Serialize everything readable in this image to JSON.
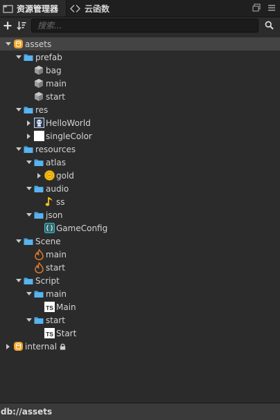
{
  "tabs": [
    {
      "label": "资源管理器",
      "icon": "folder-icon",
      "active": true
    },
    {
      "label": "云函数",
      "icon": "code-brackets-icon",
      "active": false
    }
  ],
  "toolbar": {
    "add_icon": "plus-icon",
    "sort_icon": "sort-icon",
    "search_placeholder": "搜索...",
    "search_value": ""
  },
  "tree": [
    {
      "label": "assets",
      "depth": 0,
      "arrow": "open",
      "icon": "db",
      "selected": true
    },
    {
      "label": "prefab",
      "depth": 1,
      "arrow": "open",
      "icon": "folder"
    },
    {
      "label": "bag",
      "depth": 2,
      "arrow": "none",
      "icon": "prefab"
    },
    {
      "label": "main",
      "depth": 2,
      "arrow": "none",
      "icon": "prefab"
    },
    {
      "label": "start",
      "depth": 2,
      "arrow": "none",
      "icon": "prefab"
    },
    {
      "label": "res",
      "depth": 1,
      "arrow": "open",
      "icon": "folder"
    },
    {
      "label": "HelloWorld",
      "depth": 2,
      "arrow": "closed",
      "icon": "image-hello"
    },
    {
      "label": "singleColor",
      "depth": 2,
      "arrow": "closed",
      "icon": "image-white"
    },
    {
      "label": "resources",
      "depth": 1,
      "arrow": "open",
      "icon": "folder"
    },
    {
      "label": "atlas",
      "depth": 2,
      "arrow": "open",
      "icon": "folder"
    },
    {
      "label": "gold",
      "depth": 3,
      "arrow": "closed",
      "icon": "coin"
    },
    {
      "label": "audio",
      "depth": 2,
      "arrow": "open",
      "icon": "folder"
    },
    {
      "label": "ss",
      "depth": 3,
      "arrow": "none",
      "icon": "music"
    },
    {
      "label": "json",
      "depth": 2,
      "arrow": "open",
      "icon": "folder"
    },
    {
      "label": "GameConfig",
      "depth": 3,
      "arrow": "none",
      "icon": "json"
    },
    {
      "label": "Scene",
      "depth": 1,
      "arrow": "open",
      "icon": "folder"
    },
    {
      "label": "main",
      "depth": 2,
      "arrow": "none",
      "icon": "scene"
    },
    {
      "label": "start",
      "depth": 2,
      "arrow": "none",
      "icon": "scene"
    },
    {
      "label": "Script",
      "depth": 1,
      "arrow": "open",
      "icon": "folder"
    },
    {
      "label": "main",
      "depth": 2,
      "arrow": "open",
      "icon": "folder"
    },
    {
      "label": "Main",
      "depth": 3,
      "arrow": "none",
      "icon": "ts"
    },
    {
      "label": "start",
      "depth": 2,
      "arrow": "open",
      "icon": "folder"
    },
    {
      "label": "Start",
      "depth": 3,
      "arrow": "none",
      "icon": "ts"
    },
    {
      "label": "internal",
      "depth": 0,
      "arrow": "closed",
      "icon": "db",
      "locked": true
    }
  ],
  "status": {
    "path": "db://assets"
  },
  "colors": {
    "folder": "#4aa3df",
    "db": "#f0a328",
    "scene": "#e0782a",
    "coin": "#f5c21a",
    "music": "#f2c21a",
    "json": "#3fbcc9"
  }
}
